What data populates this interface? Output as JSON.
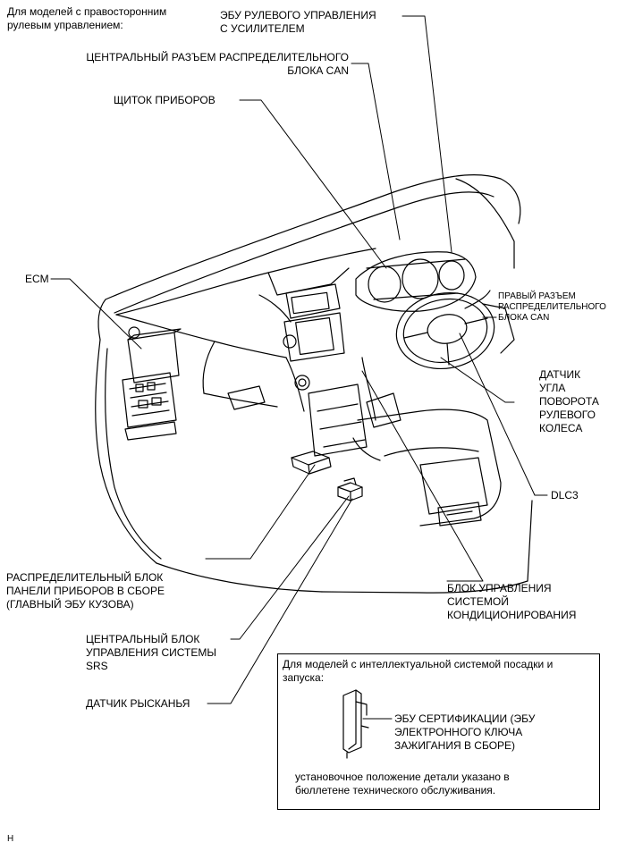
{
  "header_note": "Для моделей с правосторонним\nрулевым управлением:",
  "labels": {
    "eps_ecu": "ЭБУ РУЛЕВОГО УПРАВЛЕНИЯ\nС УСИЛИТЕЛЕМ",
    "can_central": "ЦЕНТРАЛЬНЫЙ РАЗЪЕМ РАСПРЕДЕЛИТЕЛЬНОГО\nБЛОКА CAN",
    "combination_meter": "ЩИТОК ПРИБОРОВ",
    "ecm": "ECM",
    "can_right": "ПРАВЫЙ РАЗЪЕМ\nРАСПРЕДЕЛИТЕЛЬНОГО\nБЛОКА CAN",
    "steering_sensor": "ДАТЧИК\nУГЛА\nПОВОРОТА\nРУЛЕВОГО\nКОЛЕСА",
    "dlc3": "DLC3",
    "instrument_panel_jb": "РАСПРЕДЕЛИТЕЛЬНЫЙ БЛОК\nПАНЕЛИ ПРИБОРОВ В СБОРЕ\n(ГЛАВНЫЙ ЭБУ КУЗОВА)",
    "ac_amplifier": "БЛОК УПРАВЛЕНИЯ\nСИСТЕМОЙ\nКОНДИЦИОНИРОВАНИЯ",
    "srs_center": "ЦЕНТРАЛЬНЫЙ БЛОК\nУПРАВЛЕНИЯ СИСТЕМЫ\nSRS",
    "yaw_sensor": "ДАТЧИК РЫСКАНЬЯ"
  },
  "smart_box": {
    "title": "Для моделей с интеллектуальной системой посадки и\nзапуска:",
    "certification_ecu": "ЭБУ СЕРТИФИКАЦИИ (ЭБУ\nЭЛЕКТРОННОГО КЛЮЧА\nЗАЖИГАНИЯ В СБОРЕ)",
    "note": "установочное положение детали указано в\nбюллетене технического обслуживания."
  },
  "footer_code": "H"
}
